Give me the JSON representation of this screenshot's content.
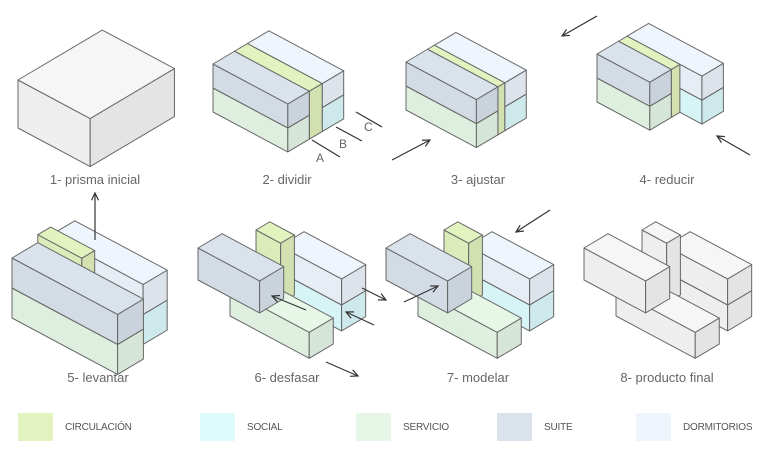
{
  "steps": [
    {
      "label": "1- prisma inicial"
    },
    {
      "label": "2- dividir"
    },
    {
      "label": "3- ajustar"
    },
    {
      "label": "4- reducir"
    },
    {
      "label": "5- levantar"
    },
    {
      "label": "6- desfasar"
    },
    {
      "label": "7- modelar"
    },
    {
      "label": "8- producto final"
    }
  ],
  "markers": [
    "A",
    "B",
    "C"
  ],
  "legend": [
    {
      "label": "CIRCULACIÓN",
      "color": "#e3f3bf"
    },
    {
      "label": "SOCIAL",
      "color": "#ddfbfd"
    },
    {
      "label": "SERVICIO",
      "color": "#e6f7e8"
    },
    {
      "label": "SUITE",
      "color": "#dae3ec"
    },
    {
      "label": "DORMITORIOS",
      "color": "#eef5fc"
    }
  ],
  "white": "#f6f6f6"
}
